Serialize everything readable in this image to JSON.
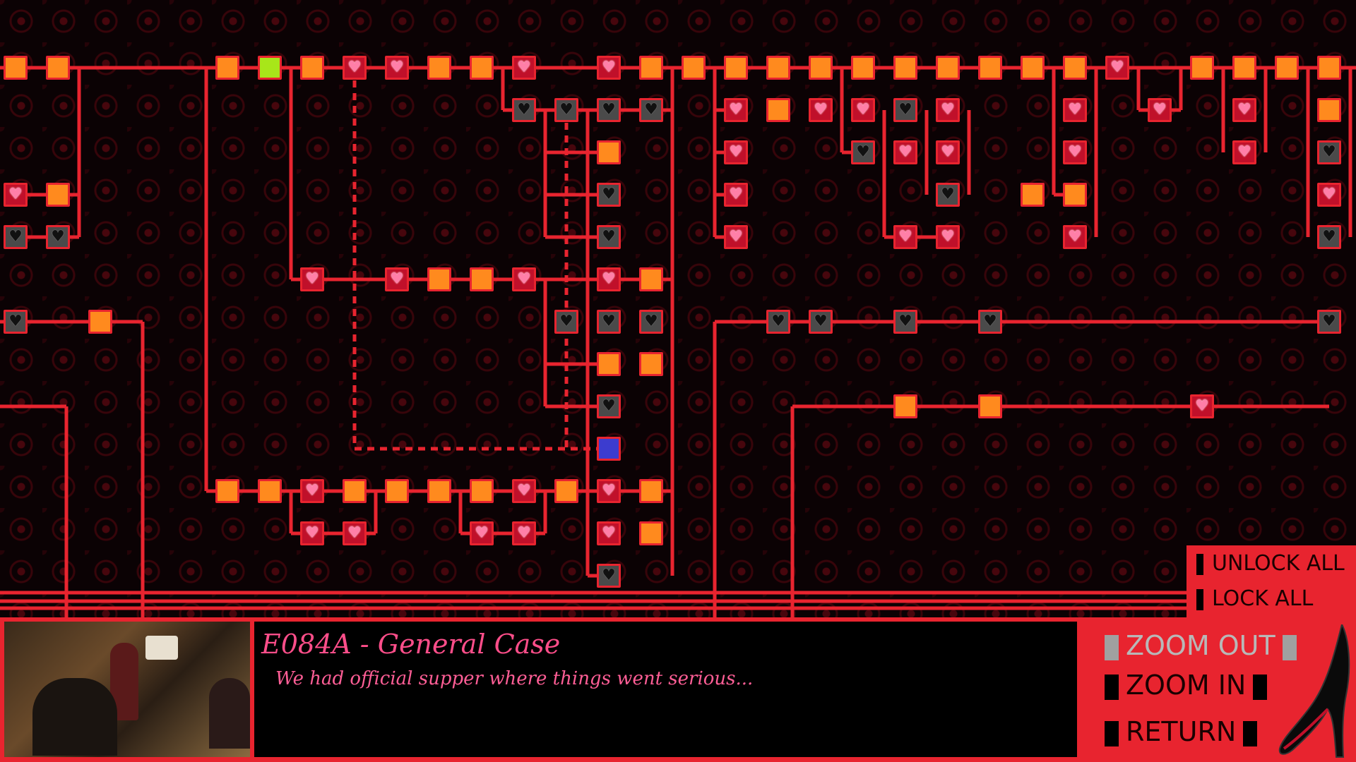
{
  "scene": {
    "title": "E084A - General Case",
    "description": "We had official supper where things went serious..."
  },
  "controls": {
    "unlock_all": "UNLOCK ALL",
    "lock_all": "LOCK ALL",
    "zoom_out": "ZOOM OUT",
    "zoom_in": "ZOOM IN",
    "return": "RETURN"
  },
  "colors": {
    "line": "#e8242f",
    "panel": "#e8242f",
    "node_orange": "#ff8a1e",
    "node_current": "#a8e619",
    "node_selected": "#3c3ccf",
    "text_pink": "#ff4e8a"
  },
  "icons": {
    "unlocked_scene": "heart-icon",
    "locked_scene": "gray-heart-icon",
    "decor": "red-high-heel-icon"
  },
  "graph": {
    "nodes": [
      {
        "type": "orange"
      },
      {
        "type": "orange"
      },
      {
        "type": "orange"
      },
      {
        "type": "lime"
      },
      {
        "type": "orange"
      },
      {
        "type": "heart"
      },
      {
        "type": "heart"
      },
      {
        "type": "orange"
      },
      {
        "type": "orange"
      },
      {
        "type": "heart"
      },
      {
        "type": "heart"
      },
      {
        "type": "orange"
      },
      {
        "type": "orange"
      },
      {
        "type": "orange"
      },
      {
        "type": "orange"
      },
      {
        "type": "orange"
      },
      {
        "type": "orange"
      },
      {
        "type": "orange"
      },
      {
        "type": "orange"
      },
      {
        "type": "orange"
      },
      {
        "type": "orange"
      },
      {
        "type": "orange"
      },
      {
        "type": "heart"
      },
      {
        "type": "orange"
      },
      {
        "type": "orange"
      },
      {
        "type": "orange"
      },
      {
        "type": "orange"
      },
      {
        "type": "heart"
      },
      {
        "type": "orange"
      },
      {
        "type": "gray"
      },
      {
        "type": "gray"
      },
      {
        "type": "gray"
      },
      {
        "type": "gray"
      },
      {
        "type": "gray"
      },
      {
        "type": "gray"
      },
      {
        "type": "orange"
      },
      {
        "type": "gray"
      },
      {
        "type": "gray"
      },
      {
        "type": "heart"
      },
      {
        "type": "orange"
      },
      {
        "type": "heart"
      },
      {
        "type": "heart"
      },
      {
        "type": "gray"
      },
      {
        "type": "heart"
      },
      {
        "type": "heart"
      },
      {
        "type": "heart"
      },
      {
        "type": "heart"
      },
      {
        "type": "orange"
      },
      {
        "type": "heart"
      },
      {
        "type": "gray"
      },
      {
        "type": "heart"
      },
      {
        "type": "heart"
      },
      {
        "type": "heart"
      },
      {
        "type": "heart"
      },
      {
        "type": "gray"
      },
      {
        "type": "heart"
      },
      {
        "type": "gray"
      },
      {
        "type": "orange"
      },
      {
        "type": "orange"
      },
      {
        "type": "heart"
      },
      {
        "type": "heart"
      },
      {
        "type": "heart"
      },
      {
        "type": "heart"
      },
      {
        "type": "heart"
      },
      {
        "type": "gray"
      },
      {
        "type": "gray"
      },
      {
        "type": "orange"
      },
      {
        "type": "gray"
      },
      {
        "type": "gray"
      },
      {
        "type": "gray"
      },
      {
        "type": "gray"
      },
      {
        "type": "heart"
      },
      {
        "type": "heart"
      },
      {
        "type": "orange"
      },
      {
        "type": "orange"
      },
      {
        "type": "heart"
      },
      {
        "type": "heart"
      },
      {
        "type": "orange"
      },
      {
        "type": "gray"
      },
      {
        "type": "gray"
      },
      {
        "type": "gray"
      },
      {
        "type": "orange"
      },
      {
        "type": "orange"
      },
      {
        "type": "gray"
      },
      {
        "type": "orange"
      },
      {
        "type": "orange"
      },
      {
        "type": "heart"
      },
      {
        "type": "blue"
      },
      {
        "type": "orange"
      },
      {
        "type": "orange"
      },
      {
        "type": "heart"
      },
      {
        "type": "orange"
      },
      {
        "type": "orange"
      },
      {
        "type": "orange"
      },
      {
        "type": "orange"
      },
      {
        "type": "heart"
      },
      {
        "type": "orange"
      },
      {
        "type": "heart"
      },
      {
        "type": "orange"
      },
      {
        "type": "heart"
      },
      {
        "type": "heart"
      },
      {
        "type": "heart"
      },
      {
        "type": "heart"
      },
      {
        "type": "heart"
      },
      {
        "type": "orange"
      },
      {
        "type": "gray"
      },
      {
        "type": "gray"
      }
    ]
  }
}
